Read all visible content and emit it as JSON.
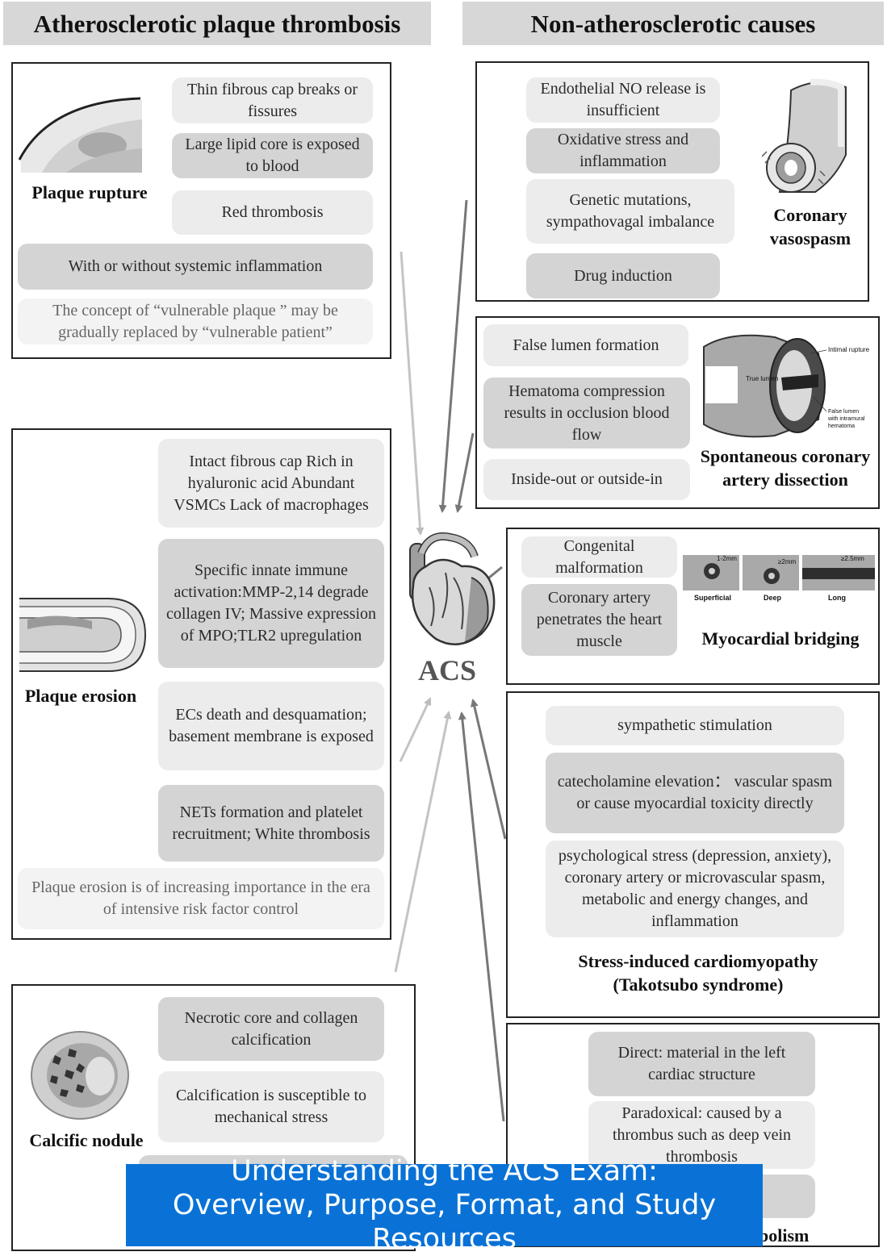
{
  "headers": {
    "left": "Atherosclerotic plaque thrombosis",
    "right": "Non-atherosclerotic causes"
  },
  "center": {
    "label": "ACS"
  },
  "plaque_rupture": {
    "label": "Plaque rupture",
    "items": [
      "Thin fibrous cap breaks or fissures",
      "Large lipid core is exposed to blood",
      "Red thrombosis"
    ],
    "systemic": "With or without systemic inflammation",
    "note": "The concept of “vulnerable plaque ” may be gradually replaced by “vulnerable patient”"
  },
  "plaque_erosion": {
    "label": "Plaque erosion",
    "items": [
      "Intact fibrous cap Rich in hyaluronic acid Abundant VSMCs Lack of macrophages",
      "Specific innate immune activation:MMP-2,14 degrade collagen IV; Massive expression of MPO;TLR2 upregulation",
      "ECs death and desquamation; basement membrane is exposed",
      "NETs formation and platelet recruitment; White thrombosis"
    ],
    "note": "Plaque erosion is of increasing importance in the era of intensive risk factor control"
  },
  "calcific_nodule": {
    "label": "Calcific nodule",
    "items": [
      "Necrotic core and collagen calcification",
      "Calcification is susceptible to mechanical stress"
    ]
  },
  "vasospasm": {
    "label": "Coronary vasospasm",
    "items": [
      "Endothelial NO release is insufficient",
      "Oxidative stress and inflammation",
      "Genetic mutations, sympathovagal imbalance",
      "Drug induction"
    ]
  },
  "scad": {
    "label": "Spontaneous coronary artery dissection",
    "items": [
      "False lumen formation",
      "Hematoma compression results in occlusion blood flow",
      "Inside-out or outside-in"
    ],
    "figure_labels": {
      "intimal": "Intimal rupture",
      "true_lumen": "True lumen",
      "false_lumen": "False lumen with intramural hematoma"
    }
  },
  "bridging": {
    "label": "Myocardial bridging",
    "items": [
      "Congenital malformation",
      "Coronary artery penetrates the heart muscle"
    ],
    "figure_labels": {
      "superficial": "Superficial",
      "deep": "Deep",
      "long": "Long",
      "m1": "1-2mm",
      "m2": "≥2mm",
      "m3": "≥2.5mm"
    }
  },
  "takotsubo": {
    "label": "Stress-induced cardiomyopathy (Takotsubo syndrome)",
    "items": [
      "sympathetic stimulation",
      "catecholamine elevation： vascular spasm or cause myocardial toxicity directly",
      "psychological stress (depression, anxiety), coronary artery or microvascular spasm, metabolic and energy changes, and inflammation"
    ]
  },
  "embolism": {
    "label_tail": "bolism",
    "items": [
      "Direct: material in the left cardiac structure",
      "Paradoxical: caused by a thrombus such as deep vein thrombosis"
    ]
  },
  "banner": {
    "text": "Understanding the ACS Exam: Overview, Purpose, Format, and Study Resources",
    "color": "#0a72d6"
  }
}
